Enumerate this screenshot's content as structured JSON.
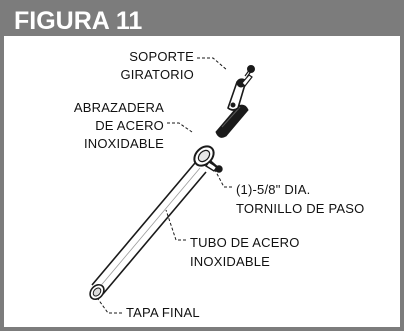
{
  "figure": {
    "title": "FIGURA 11",
    "colors": {
      "frame": "#7c7c7c",
      "line": "#1a1a1a",
      "background": "#ffffff"
    }
  },
  "labels": {
    "swivel_mount": [
      "SOPORTE",
      "GIRATORIO"
    ],
    "steel_clamp": [
      "ABRAZADERA",
      "DE ACERO",
      "INOXIDABLE"
    ],
    "carriage_bolt": [
      "(1)-5/8\" DIA.",
      "TORNILLO DE PASO"
    ],
    "steel_tube": [
      "TUBO DE ACERO",
      "INOXIDABLE"
    ],
    "end_cap": [
      "TAPA FINAL"
    ]
  }
}
